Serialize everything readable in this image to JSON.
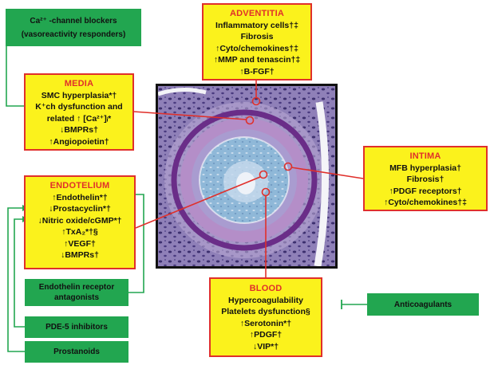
{
  "colors": {
    "box_fill": "#fbf21c",
    "box_border": "#e0302b",
    "heading": "#e0302b",
    "green_box": "#22a650",
    "connector_green": "#22a650",
    "connector_red": "#e0302b"
  },
  "adventitia": {
    "heading": "ADVENTITIA",
    "lines": [
      "Inflammatory cells†‡",
      "Fibrosis",
      "↑Cyto/chemokines†‡",
      "↑MMP and tenascin†‡",
      "↑B-FGF†"
    ]
  },
  "media": {
    "heading": "MEDIA",
    "lines": [
      "SMC hyperplasia*†",
      "K⁺ch dysfunction and",
      "related ↑ [Ca²⁺]ᵢ*",
      "↓BMPRs†",
      "↑Angiopoietin†"
    ]
  },
  "intima": {
    "heading": "INTIMA",
    "lines": [
      "MFB hyperplasia†",
      "Fibrosis†",
      "↑PDGF receptors†",
      "↑Cyto/chemokines†‡"
    ]
  },
  "endotelium": {
    "heading": "ENDOTELIUM",
    "lines": [
      "↑Endothelin*†",
      "↓Prostacyclin*†",
      "↓Nitric oxide/cGMP*†",
      "↑TxA₂*†§",
      "↑VEGF†",
      "↓BMPRs†"
    ]
  },
  "blood": {
    "heading": "BLOOD",
    "lines": [
      "Hypercoagulability",
      "Platelets dysfunction§",
      "↑Serotonin*†",
      "↑PDGF†",
      "↓VIP*†"
    ]
  },
  "treatments": {
    "ca_blockers": [
      "Ca²⁺ -channel blockers",
      "(vasoreactivity responders)"
    ],
    "endothelin_antagonists": [
      "Endothelin receptor",
      "antagonists"
    ],
    "pde5": "PDE-5 inhibitors",
    "prostanoids": "Prostanoids",
    "anticoagulants": "Anticoagulants"
  }
}
